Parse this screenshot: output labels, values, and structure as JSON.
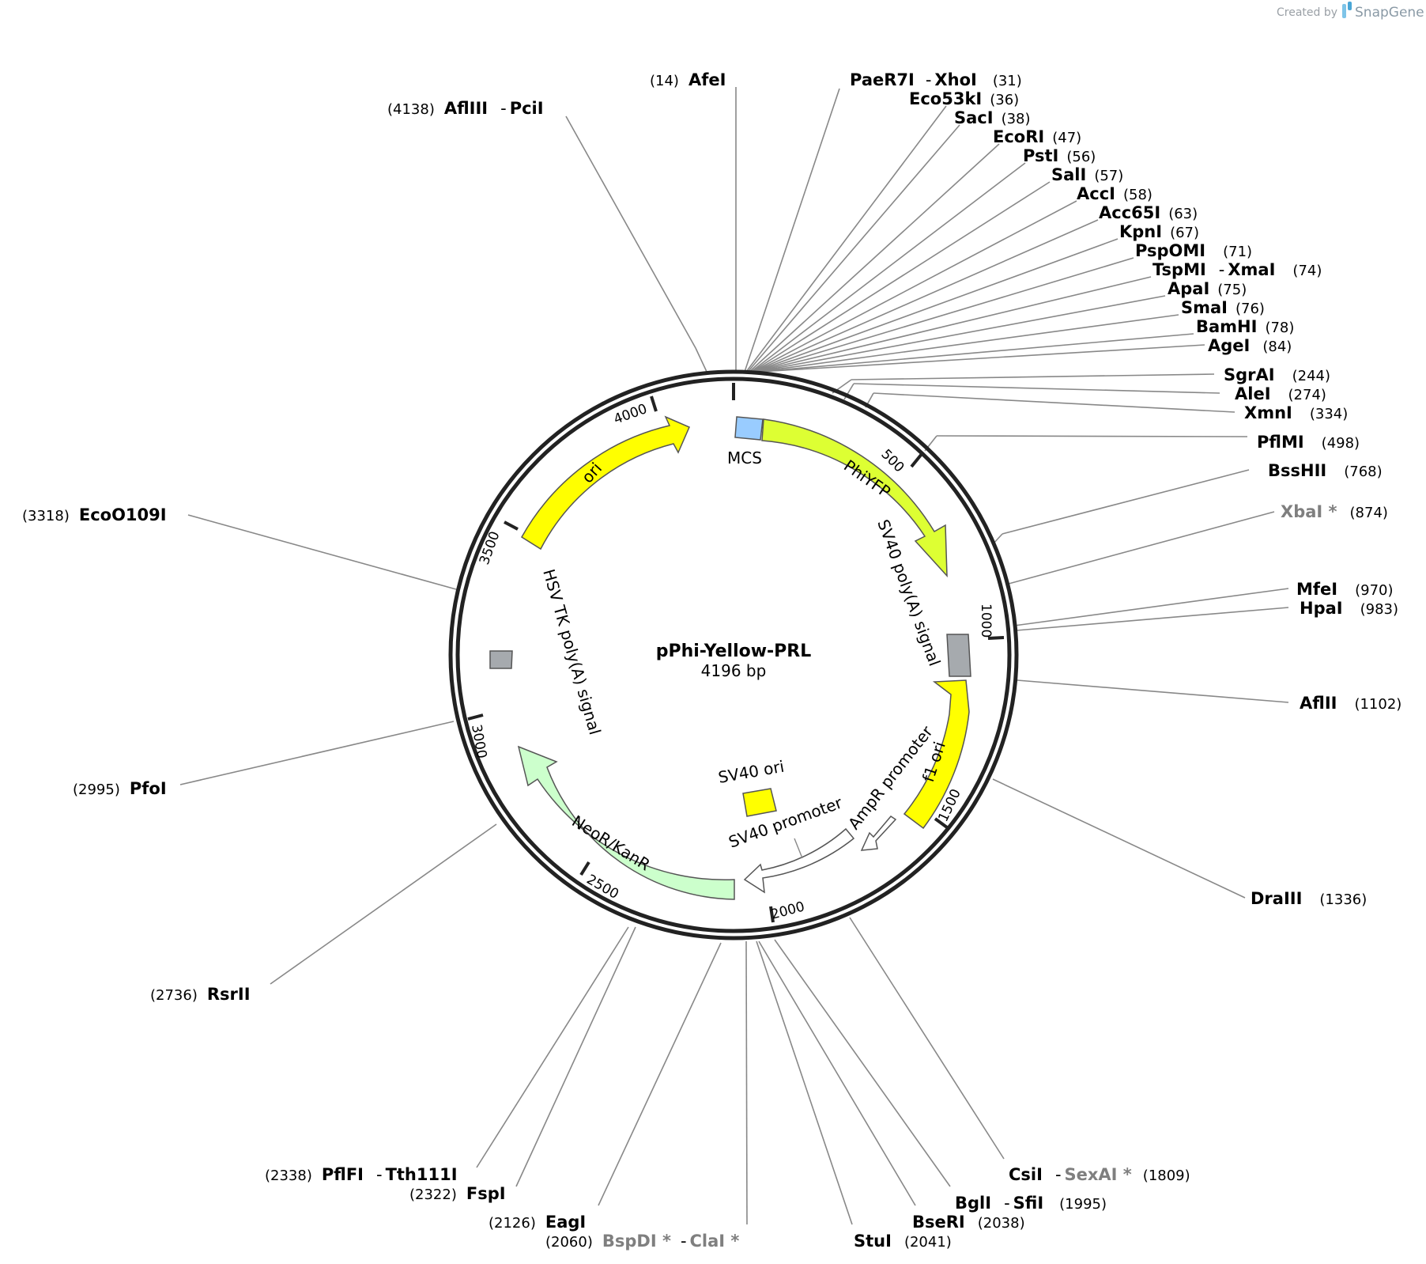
{
  "credit": {
    "prefix": "Created by",
    "brand": "SnapGene"
  },
  "plasmid": {
    "name": "pPhi-Yellow-PRL",
    "length_text": "4196 bp",
    "length_bp": 4196
  },
  "ticks": [
    "500",
    "1000",
    "1500",
    "2000",
    "2500",
    "3000",
    "3500",
    "4000"
  ],
  "features": {
    "mcs": "MCS",
    "phiyfp": "PhiYFP",
    "sv40_polya": "SV40 poly(A) signal",
    "f1_ori": "f1 ori",
    "ampr_promoter": "AmpR promoter",
    "sv40_promoter": "SV40 promoter",
    "sv40_ori": "SV40 ori",
    "neor": "NeoR/KanR",
    "hsv_polya": "HSV TK poly(A) signal",
    "ori": "ori"
  },
  "colors": {
    "backbone": "#222222",
    "mcs": "#99ccff",
    "phiyfp": "#ddff33",
    "yellow": "#ffff00",
    "neor": "#ccffcc",
    "polya": "#a6aaae",
    "promoter": "#ffffff"
  },
  "sites": [
    {
      "id": "afei",
      "pos": "(14)",
      "n1": "AfeI"
    },
    {
      "id": "paer7i",
      "pos": "(31)",
      "n1": "PaeR7I",
      "sep": "-",
      "n2": "XhoI"
    },
    {
      "id": "eco53ki",
      "pos": "(36)",
      "n1": "Eco53kI"
    },
    {
      "id": "saci",
      "pos": "(38)",
      "n1": "SacI"
    },
    {
      "id": "ecori",
      "pos": "(47)",
      "n1": "EcoRI"
    },
    {
      "id": "psti",
      "pos": "(56)",
      "n1": "PstI"
    },
    {
      "id": "sali",
      "pos": "(57)",
      "n1": "SalI"
    },
    {
      "id": "acci",
      "pos": "(58)",
      "n1": "AccI"
    },
    {
      "id": "acc65i",
      "pos": "(63)",
      "n1": "Acc65I"
    },
    {
      "id": "kpni",
      "pos": "(67)",
      "n1": "KpnI"
    },
    {
      "id": "pspomi",
      "pos": "(71)",
      "n1": "PspOMI"
    },
    {
      "id": "tspmi",
      "pos": "(74)",
      "n1": "TspMI",
      "sep": "-",
      "n2": "XmaI"
    },
    {
      "id": "apai",
      "pos": "(75)",
      "n1": "ApaI"
    },
    {
      "id": "smai",
      "pos": "(76)",
      "n1": "SmaI"
    },
    {
      "id": "bamhi",
      "pos": "(78)",
      "n1": "BamHI"
    },
    {
      "id": "agei",
      "pos": "(84)",
      "n1": "AgeI"
    },
    {
      "id": "sgrai",
      "pos": "(244)",
      "n1": "SgrAI"
    },
    {
      "id": "alei",
      "pos": "(274)",
      "n1": "AleI"
    },
    {
      "id": "xmni",
      "pos": "(334)",
      "n1": "XmnI"
    },
    {
      "id": "pflmi",
      "pos": "(498)",
      "n1": "PflMI"
    },
    {
      "id": "bsshii",
      "pos": "(768)",
      "n1": "BssHII"
    },
    {
      "id": "xbai",
      "pos": "(874)",
      "n1": "XbaI *",
      "gray1": true
    },
    {
      "id": "mfei",
      "pos": "(970)",
      "n1": "MfeI"
    },
    {
      "id": "hpai",
      "pos": "(983)",
      "n1": "HpaI"
    },
    {
      "id": "aflii",
      "pos": "(1102)",
      "n1": "AflII"
    },
    {
      "id": "draiii",
      "pos": "(1336)",
      "n1": "DraIII"
    },
    {
      "id": "csii",
      "pos": "(1809)",
      "n1": "CsiI",
      "sep": "-",
      "n2": "SexAI *",
      "gray2": true
    },
    {
      "id": "bgli",
      "pos": "(1995)",
      "n1": "BglI",
      "sep": "-",
      "n2": "SfiI"
    },
    {
      "id": "bseri",
      "pos": "(2038)",
      "n1": "BseRI"
    },
    {
      "id": "stui",
      "pos": "(2041)",
      "n1": "StuI"
    },
    {
      "id": "bspdi",
      "pos": "(2060)",
      "n1": "BspDI *",
      "gray1": true,
      "sep": "-",
      "n2": "ClaI *",
      "gray2": true
    },
    {
      "id": "eagi",
      "pos": "(2126)",
      "n1": "EagI"
    },
    {
      "id": "fspi",
      "pos": "(2322)",
      "n1": "FspI"
    },
    {
      "id": "pflfi",
      "pos": "(2338)",
      "n1": "PflFI",
      "sep": "-",
      "n2": "Tth111I"
    },
    {
      "id": "rsrii",
      "pos": "(2736)",
      "n1": "RsrII"
    },
    {
      "id": "pfoi",
      "pos": "(2995)",
      "n1": "PfoI"
    },
    {
      "id": "eco0109i",
      "pos": "(3318)",
      "n1": "EcoO109I"
    },
    {
      "id": "afliii",
      "pos": "(4138)",
      "n1": "AflIII",
      "sep": "-",
      "n2": "PciI"
    }
  ]
}
